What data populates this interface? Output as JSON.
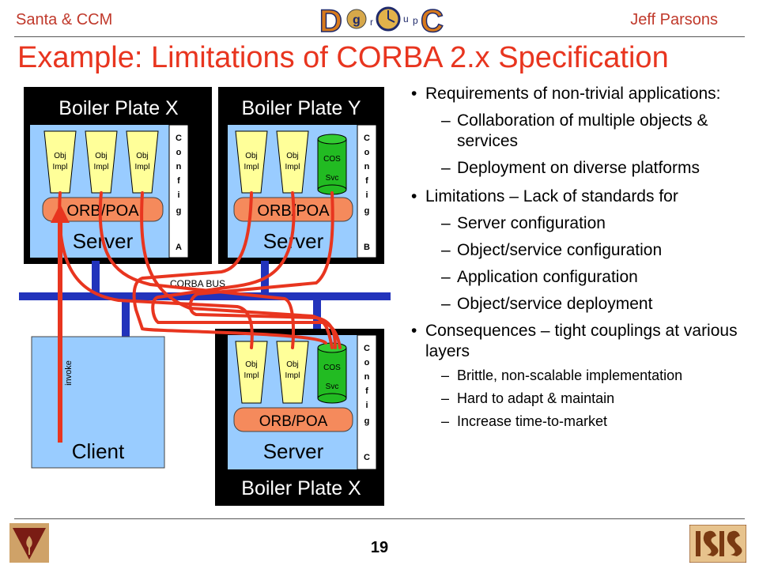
{
  "header": {
    "left": "Santa & CCM",
    "right": "Jeff Parsons",
    "logo_letters": [
      "D",
      "g",
      "r",
      "u",
      "p",
      "C"
    ]
  },
  "title": "Example: Limitations of CORBA 2.x Specification",
  "diagram": {
    "plate_x_top": "Boiler Plate X",
    "plate_y_top": "Boiler Plate Y",
    "plate_x_bottom": "Boiler Plate X",
    "obj_impl_line1": "Obj",
    "obj_impl_line2": "Impl",
    "cos_line1": "COS",
    "cos_line2": "Svc",
    "orb_poa": "ORB/POA",
    "server": "Server",
    "config_a": [
      "C",
      "o",
      "n",
      "f",
      "i",
      "g",
      "A"
    ],
    "config_b": [
      "C",
      "o",
      "n",
      "f",
      "i",
      "g",
      "B"
    ],
    "config_c": [
      "C",
      "o",
      "n",
      "f",
      "i",
      "g",
      "C"
    ],
    "corba_bus": "CORBA BUS",
    "client": "Client",
    "invoke": "invoke"
  },
  "bullets": [
    {
      "level": 1,
      "text": "Requirements of non-trivial applications:"
    },
    {
      "level": 2,
      "text": "Collaboration of multiple objects & services"
    },
    {
      "level": 2,
      "text": "Deployment on diverse platforms"
    },
    {
      "level": 1,
      "text": "Limitations – Lack of standards for"
    },
    {
      "level": 2,
      "text": "Server configuration"
    },
    {
      "level": 2,
      "text": "Object/service configuration"
    },
    {
      "level": 2,
      "text": "Application configuration"
    },
    {
      "level": 2,
      "text": "Object/service deployment"
    },
    {
      "level": 1,
      "text": "Consequences – tight couplings at various layers"
    },
    {
      "level": 3,
      "text": "Brittle, non-scalable implementation"
    },
    {
      "level": 3,
      "text": "Hard to adapt & maintain"
    },
    {
      "level": 3,
      "text": "Increase time-to-market"
    }
  ],
  "footer": {
    "page_number": "19"
  },
  "colors": {
    "accent_red": "#e8351f",
    "bus_blue": "#2233bb",
    "server_blue": "#99ccff",
    "orb_orange": "#f58a5c",
    "cos_green": "#22bb22",
    "obj_yellow": "#ffff99"
  }
}
